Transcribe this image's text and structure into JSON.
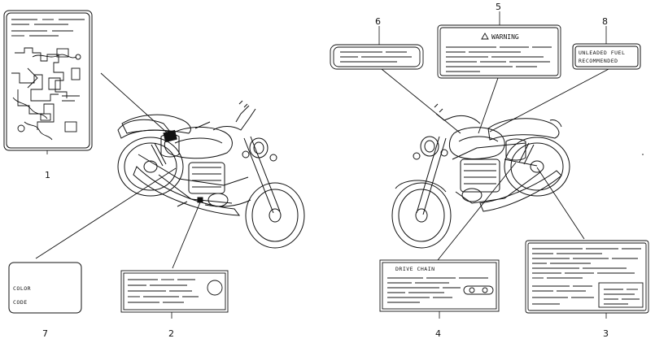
{
  "callouts": {
    "c1": "1",
    "c2": "2",
    "c3": "3",
    "c4": "4",
    "c5": "5",
    "c6": "6",
    "c7": "7",
    "c8": "8"
  },
  "labels": {
    "warning": "WARNING",
    "unleaded_line1": "UNLEADED  FUEL",
    "unleaded_line2": "RECOMMENDED",
    "drive_chain": "DRIVE CHAIN",
    "color": "COLOR",
    "code": "CODE"
  }
}
